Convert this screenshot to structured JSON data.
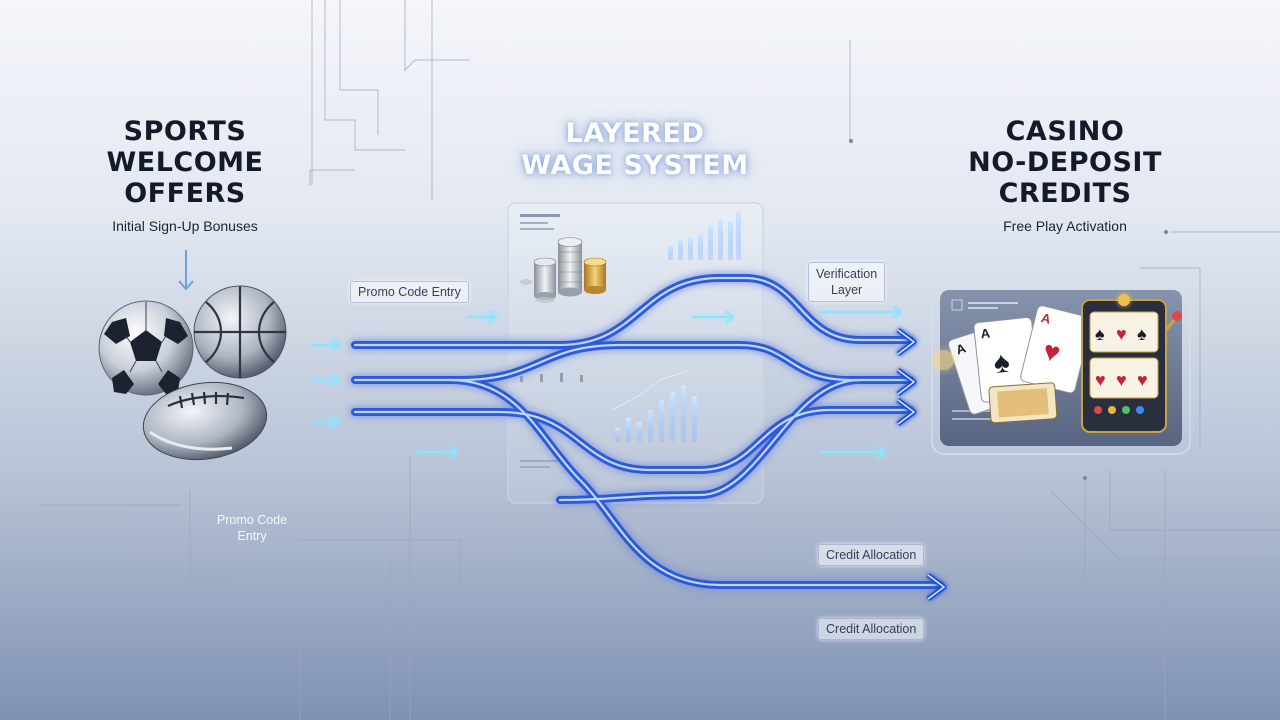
{
  "left": {
    "title_lines": [
      "SPORTS",
      "WELCOME",
      "OFFERS"
    ],
    "subtitle": "Initial Sign-Up Bonuses"
  },
  "center": {
    "title_lines": [
      "LAYERED",
      "WAGE SYSTEM"
    ]
  },
  "right": {
    "title_lines": [
      "CASINO",
      "NO-DEPOSIT",
      "CREDITS"
    ],
    "subtitle": "Free Play Activation"
  },
  "labels": {
    "promo_code_entry_top": "Promo Code Entry",
    "verification_layer_lines": [
      "Verification",
      "Layer"
    ],
    "promo_code_entry_bottom_lines": [
      "Promo Code",
      "Entry"
    ],
    "credit_allocation_1": "Credit Allocation",
    "credit_allocation_2": "Credit Allocation"
  },
  "icons": {
    "left": [
      "soccer-ball-icon",
      "basketball-icon",
      "american-football-icon"
    ],
    "center": [
      "coin-stack-icon",
      "bar-chart-icon"
    ],
    "right": [
      "playing-cards-icon",
      "slot-machine-icon"
    ]
  },
  "colors": {
    "flow_blue": "#2f6bff",
    "flow_glow": "#7fb0ff",
    "accent_cyan": "#8fe3ff"
  }
}
